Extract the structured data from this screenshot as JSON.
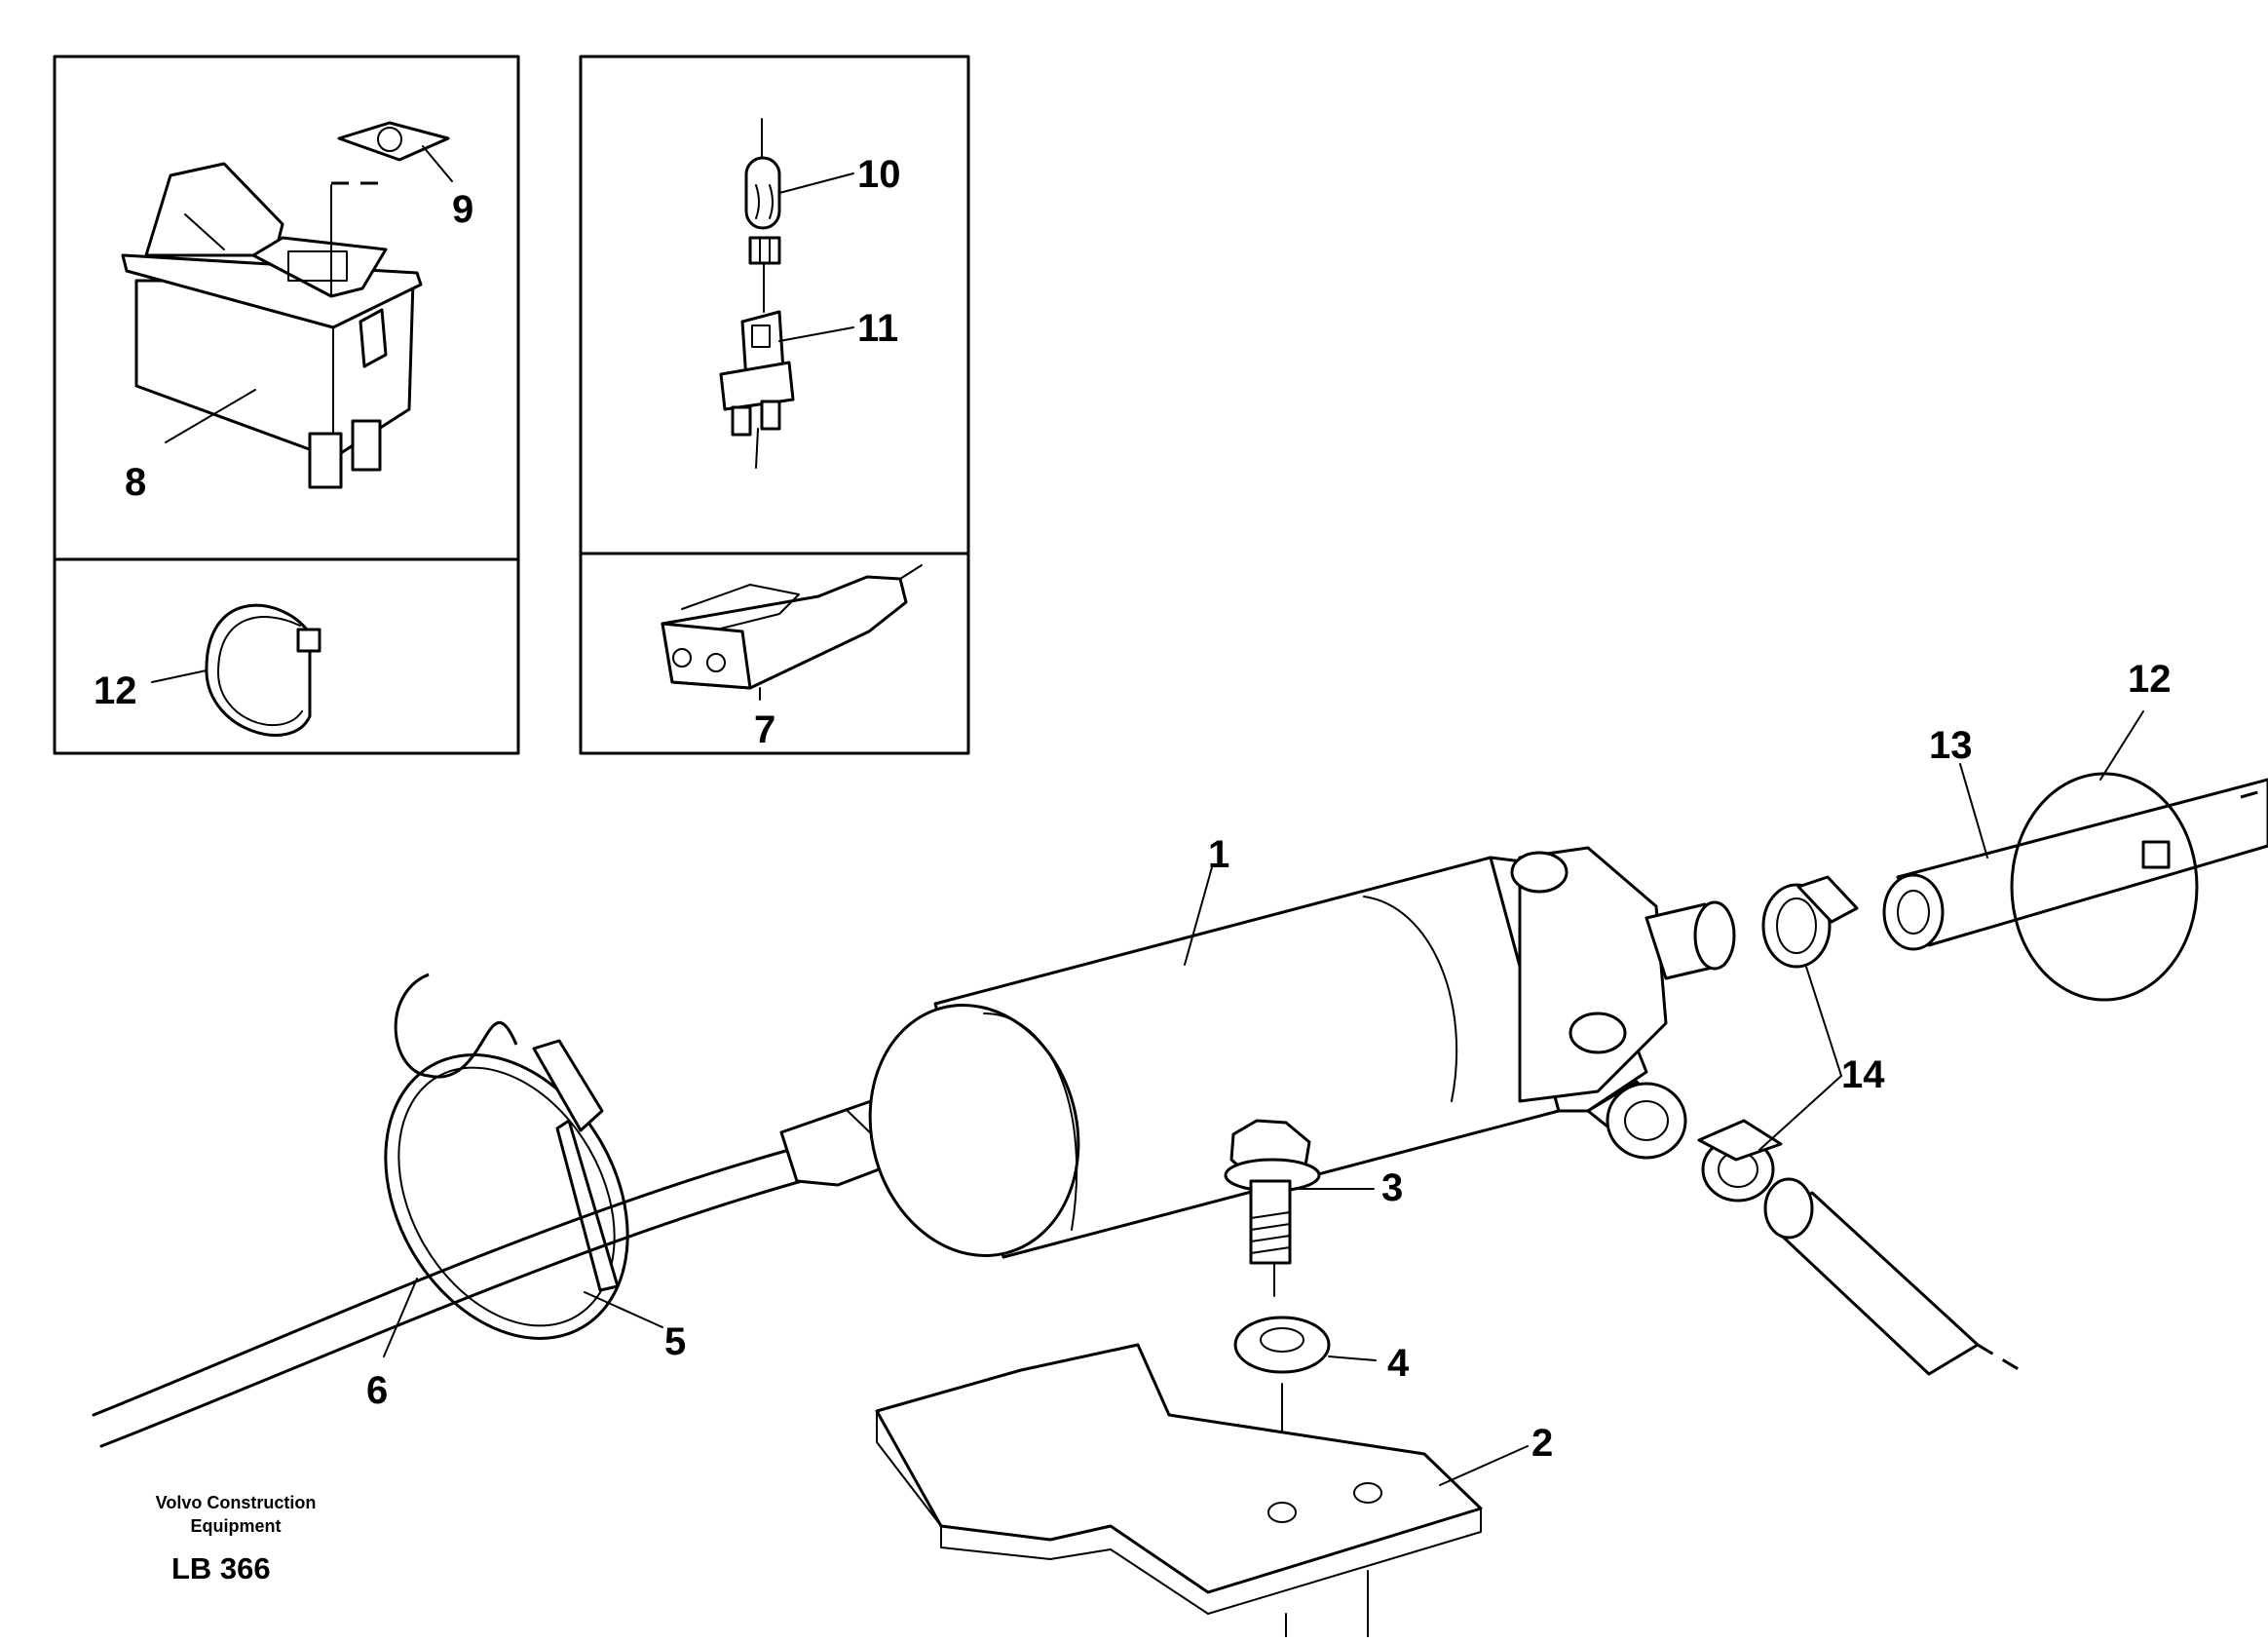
{
  "callouts": {
    "c1": "1",
    "c2": "2",
    "c3": "3",
    "c4": "4",
    "c5": "5",
    "c6": "6",
    "c7": "7",
    "c8": "8",
    "c9": "9",
    "c10": "10",
    "c11": "11",
    "c12a": "12",
    "c12b": "12",
    "c13": "13",
    "c14": "14"
  },
  "footer": {
    "brand_line1": "Volvo Construction",
    "brand_line2": "Equipment",
    "code": "LB 366"
  }
}
